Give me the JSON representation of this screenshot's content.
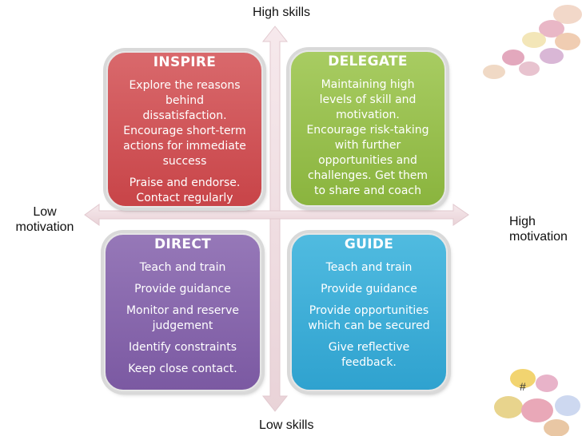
{
  "axes": {
    "top": "High skills",
    "bottom": "Low skills",
    "left": "Low motivation",
    "right": "High motivation"
  },
  "quadrants": {
    "inspire": {
      "title": "INSPIRE",
      "color": "#c84448",
      "lines": [
        "Explore the reasons",
        "behind",
        "dissatisfaction.",
        "Encourage short-term",
        "actions for immediate",
        "success",
        "",
        "Praise and endorse.",
        "Contact regularly"
      ]
    },
    "delegate": {
      "title": "DELEGATE",
      "color": "#8ab43e",
      "lines": [
        "Maintaining high",
        "levels of skill and",
        "motivation.",
        "Encourage risk-taking",
        "with further",
        "opportunities and",
        "challenges. Get them",
        "to share and coach"
      ]
    },
    "direct": {
      "title": "DIRECT",
      "color": "#7b59a2",
      "lines": [
        "Teach and train",
        "",
        "Provide guidance",
        "",
        "Monitor and reserve",
        "judgement",
        "",
        "Identify constraints",
        "",
        "Keep close contact."
      ]
    },
    "guide": {
      "title": "GUIDE",
      "color": "#2fa2cf",
      "lines": [
        "Teach and train",
        "",
        "Provide guidance",
        "",
        "Provide opportunities",
        "which can be secured",
        "",
        "Give reflective",
        "feedback."
      ]
    }
  },
  "footer": {
    "slide_number_placeholder": "#"
  },
  "decorations": {
    "top_right": "candy-eggs-image",
    "bottom_right": "candy-eggs-image"
  }
}
